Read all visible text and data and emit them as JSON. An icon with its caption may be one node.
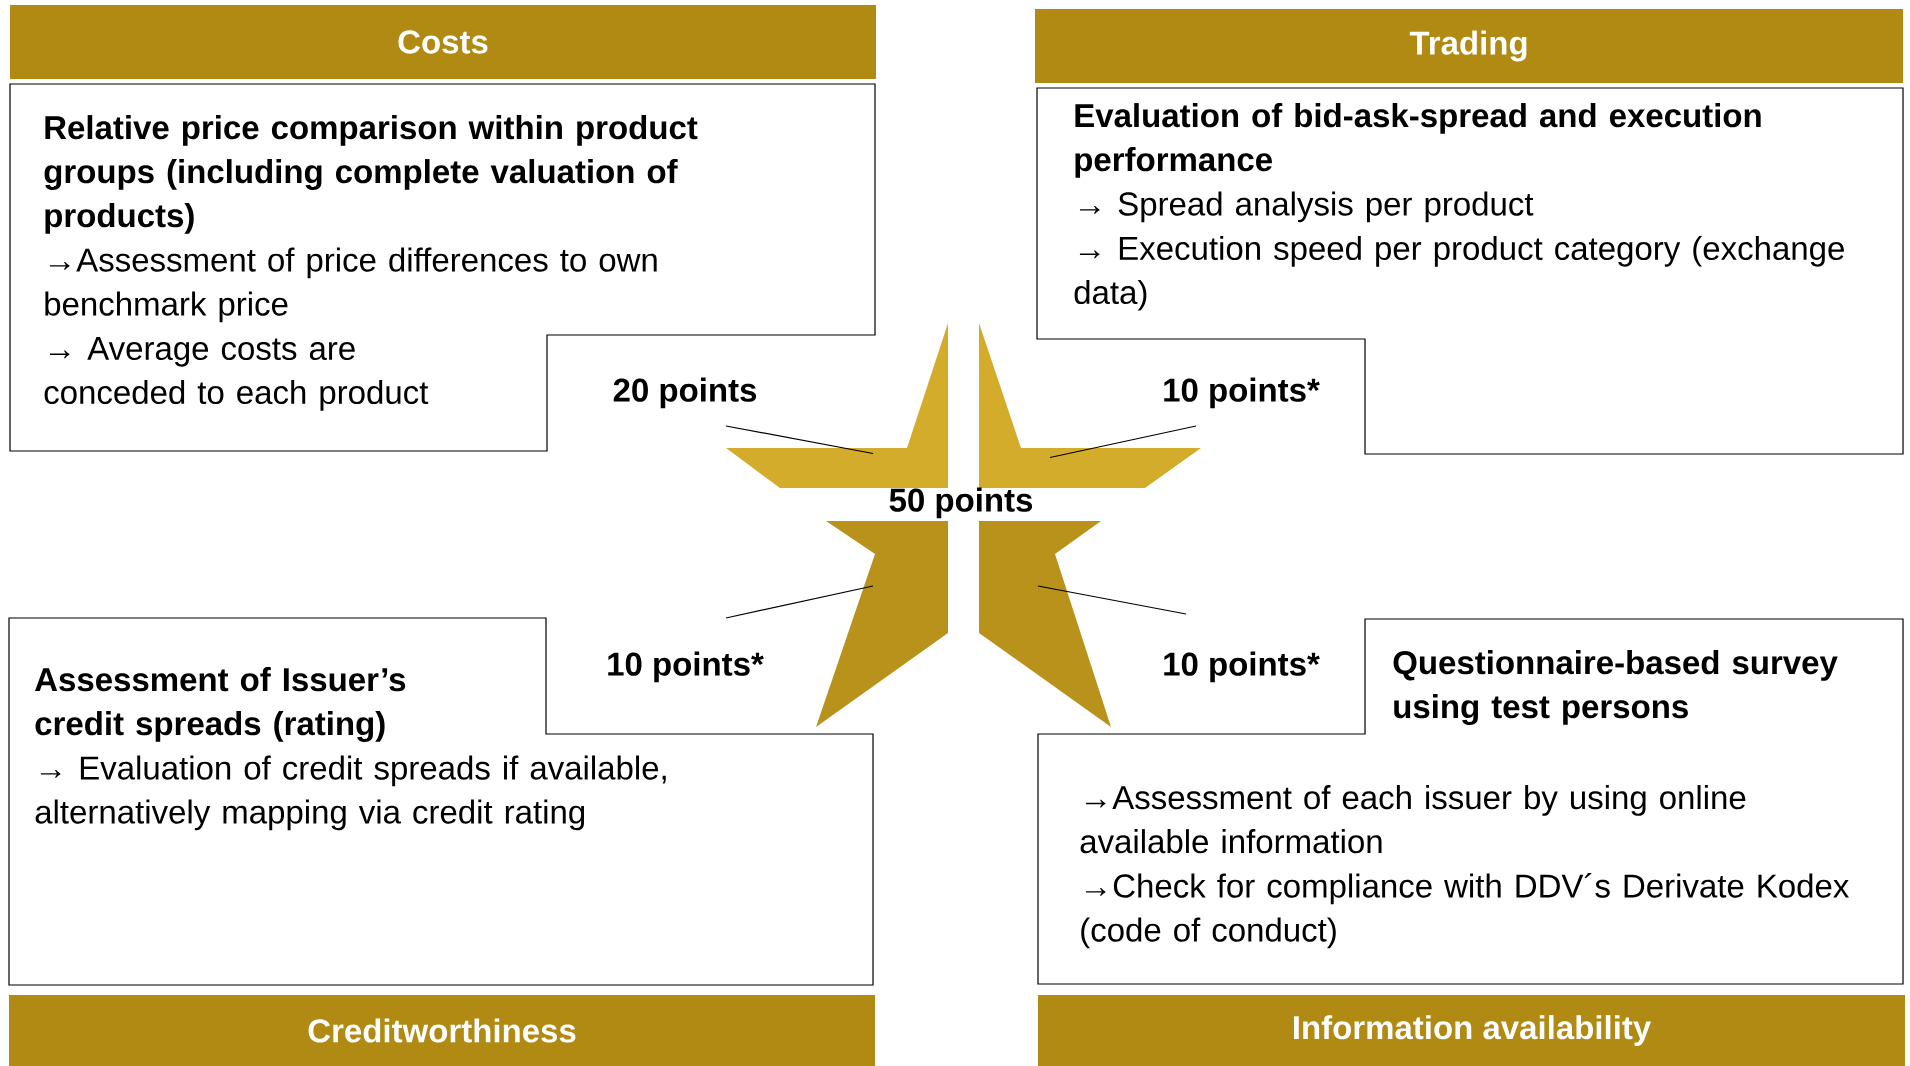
{
  "diagram": {
    "nodes": [
      {
        "text": [
          "Costs"
        ]
      },
      {
        "text": [
          "Relative price comparison within product groups (including complete valuation of products)",
          "→Assessment of price differences to own benchmark price",
          "→ Average costs are conceded to each product"
        ]
      },
      {
        "text": [
          "Trading"
        ]
      },
      {
        "text": [
          "Evaluation of bid-ask-spread and execution performance",
          "→ Spread analysis per product",
          "→ Execution speed per product category (exchange data)"
        ]
      },
      {
        "text": [
          "20 points"
        ]
      },
      {
        "text": [
          "10 points*"
        ]
      },
      {
        "text": [],
        "shape": "polygon"
      },
      {
        "text": [],
        "shape": "polygon"
      },
      {
        "text": [],
        "shape": "polygon"
      },
      {
        "text": [],
        "shape": "polygon"
      },
      {
        "text": [
          "10 points*"
        ]
      },
      {
        "text": [
          "10 points*"
        ]
      },
      {
        "text": [
          "Assessment of Issuer’s credit spreads (rating)",
          "→ Evaluation of credit spreads if available, alternatively mapping via credit rating"
        ]
      },
      {
        "text": [
          "Questionnaire-based survey using test persons",
          "→Assessment of each issuer by using online available information",
          "→Check for compliance with DDV´s Derivate Kodex (code of conduct)"
        ]
      },
      {
        "text": [
          "Creditworthiness"
        ]
      },
      {
        "text": [
          "Information availability"
        ]
      }
    ],
    "edges": [
      {
        "from": 4,
        "to": 6,
        "arrow": "none"
      },
      {
        "from": 5,
        "to": 7,
        "arrow": "none"
      },
      {
        "from": 10,
        "to": 8,
        "arrow": "none"
      },
      {
        "from": 11,
        "to": 9,
        "arrow": "none"
      }
    ],
    "labels": [
      "50 points"
    ]
  }
}
